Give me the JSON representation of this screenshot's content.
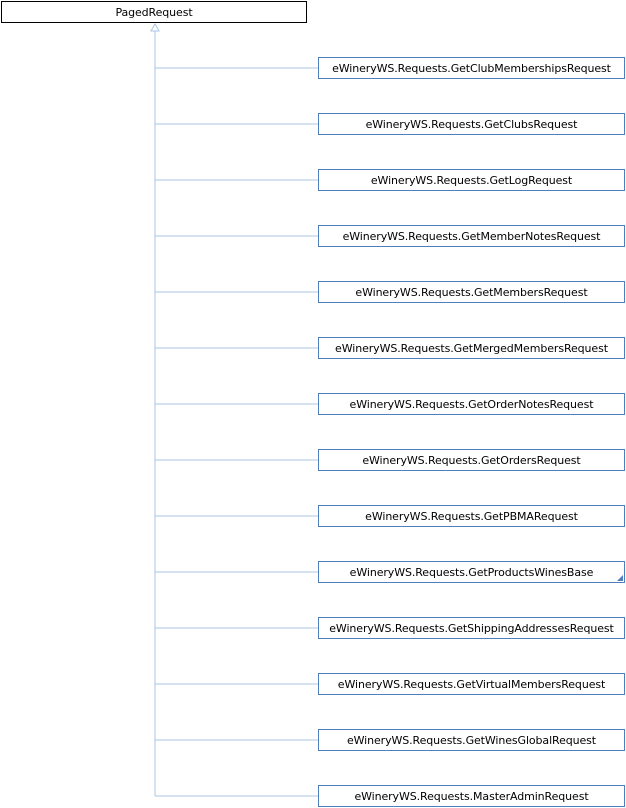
{
  "diagram": {
    "type": "inheritance-graph",
    "colors": {
      "edge": "#a9c6e6",
      "root_border": "#000000",
      "root_fill": "#ffffff",
      "child_border": "#4f7fbf",
      "child_fill": "#ffffff",
      "text": "#000000"
    },
    "root": {
      "label": "PagedRequest"
    },
    "children": [
      {
        "label": "eWineryWS.Requests.GetClubMembershipsRequest",
        "has_more": false
      },
      {
        "label": "eWineryWS.Requests.GetClubsRequest",
        "has_more": false
      },
      {
        "label": "eWineryWS.Requests.GetLogRequest",
        "has_more": false
      },
      {
        "label": "eWineryWS.Requests.GetMemberNotesRequest",
        "has_more": false
      },
      {
        "label": "eWineryWS.Requests.GetMembersRequest",
        "has_more": false
      },
      {
        "label": "eWineryWS.Requests.GetMergedMembersRequest",
        "has_more": false
      },
      {
        "label": "eWineryWS.Requests.GetOrderNotesRequest",
        "has_more": false
      },
      {
        "label": "eWineryWS.Requests.GetOrdersRequest",
        "has_more": false
      },
      {
        "label": "eWineryWS.Requests.GetPBMARequest",
        "has_more": false
      },
      {
        "label": "eWineryWS.Requests.GetProductsWinesBase",
        "has_more": true
      },
      {
        "label": "eWineryWS.Requests.GetShippingAddressesRequest",
        "has_more": false
      },
      {
        "label": "eWineryWS.Requests.GetVirtualMembersRequest",
        "has_more": false
      },
      {
        "label": "eWineryWS.Requests.GetWinesGlobalRequest",
        "has_more": false
      },
      {
        "label": "eWineryWS.Requests.MasterAdminRequest",
        "has_more": false
      }
    ]
  }
}
